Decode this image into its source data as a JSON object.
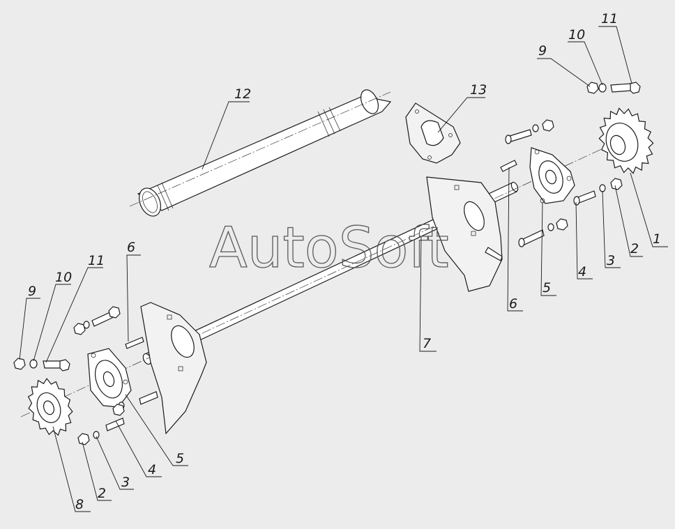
{
  "watermark": "AutoSoft",
  "callouts": [
    {
      "id": "c12-top",
      "text": "12"
    },
    {
      "id": "c13-top",
      "text": "13"
    },
    {
      "id": "c9-top",
      "text": "9"
    },
    {
      "id": "c10-top",
      "text": "10"
    },
    {
      "id": "c11-top",
      "text": "11"
    },
    {
      "id": "c1-right",
      "text": "1"
    },
    {
      "id": "c2-right",
      "text": "2"
    },
    {
      "id": "c3-right",
      "text": "3"
    },
    {
      "id": "c4-right",
      "text": "4"
    },
    {
      "id": "c5-right",
      "text": "5"
    },
    {
      "id": "c6-right",
      "text": "6"
    },
    {
      "id": "c7-center",
      "text": "7"
    },
    {
      "id": "c6-left",
      "text": "6"
    },
    {
      "id": "c11-left",
      "text": "11"
    },
    {
      "id": "c10-left",
      "text": "10"
    },
    {
      "id": "c9-left",
      "text": "9"
    },
    {
      "id": "c5-left",
      "text": "5"
    },
    {
      "id": "c4-left",
      "text": "4"
    },
    {
      "id": "c3-left",
      "text": "3"
    },
    {
      "id": "c2-left",
      "text": "2"
    },
    {
      "id": "c8-left",
      "text": "8"
    }
  ]
}
